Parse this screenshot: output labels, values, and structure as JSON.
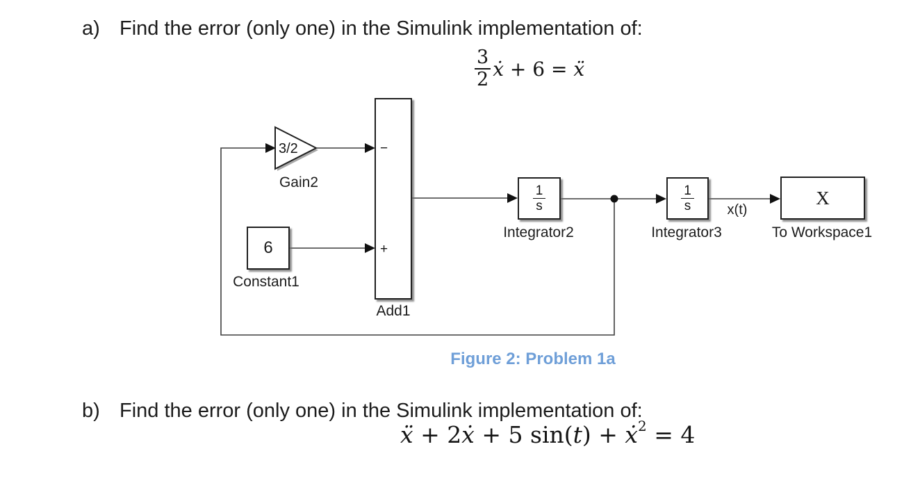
{
  "colors": {
    "background": "#ffffff",
    "text": "#1b1b1b",
    "caption_blue": "#6f9fd8",
    "wire": "#3d3d3d",
    "block_border": "#1f1f1f"
  },
  "problem_a": {
    "item_label": "a)",
    "prompt": "Find the error (only one) in the Simulink implementation of:",
    "equation": {
      "numerator": "3",
      "denominator": "2",
      "x_dot": "ẋ",
      "middle": " + 6 = ",
      "x_ddot": "ẍ"
    }
  },
  "figure": {
    "caption": "Figure 2: Problem 1a",
    "signal_label": "x(t)",
    "blocks": {
      "gain": {
        "value": "3/2",
        "label": "Gain2"
      },
      "constant": {
        "value": "6",
        "label": "Constant1"
      },
      "add": {
        "minus": "−",
        "plus": "+",
        "label": "Add1"
      },
      "integrator2": {
        "num": "1",
        "den": "s",
        "label": "Integrator2"
      },
      "integrator3": {
        "num": "1",
        "den": "s",
        "label": "Integrator3"
      },
      "to_workspace": {
        "value": "X",
        "label": "To Workspace1"
      }
    }
  },
  "problem_b": {
    "item_label": "b)",
    "prompt": "Find the error (only one) in the Simulink implementation of:",
    "equation": {
      "x_ddot": "ẍ",
      "p1": " + 2",
      "x_dot1": "ẋ",
      "p2": " + 5 sin(",
      "t_var": "t",
      "p3": ") + ",
      "x_dot2": "ẋ",
      "sup": "2",
      "p4": " = 4"
    }
  }
}
